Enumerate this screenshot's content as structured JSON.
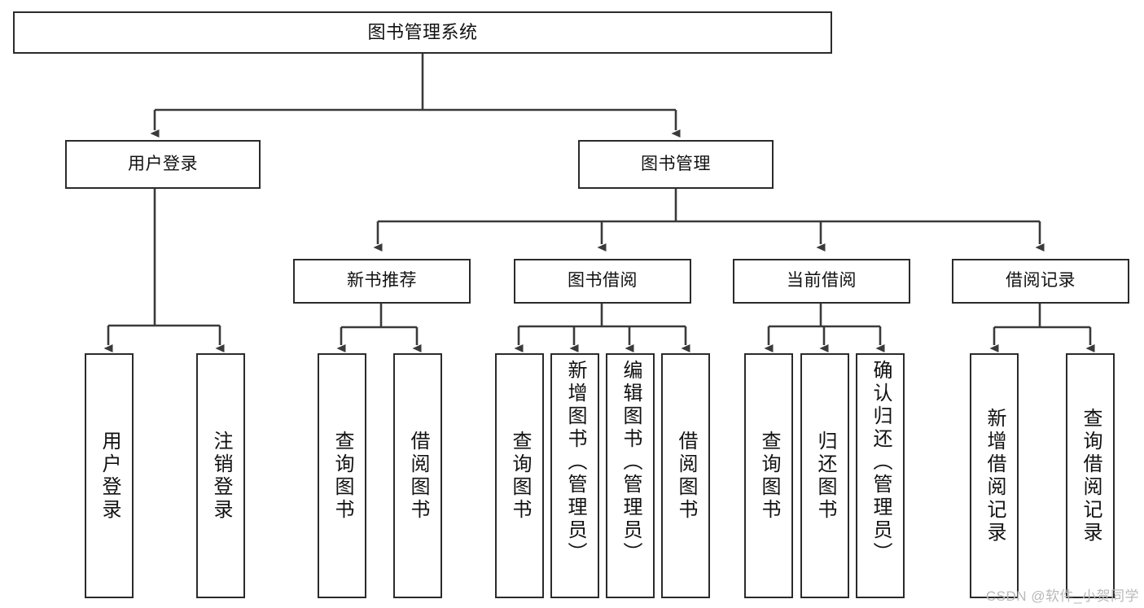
{
  "diagram": {
    "title": "图书管理系统",
    "watermark": "CSDN @软件_小贺同学",
    "colors": {
      "box_border": "#2b2b2b",
      "box_fill": "#ffffff",
      "connector": "#3a3a3a",
      "text": "#111111",
      "watermark": "#b9b9b9"
    },
    "levels": {
      "root": "图书管理系统",
      "level2": [
        "用户登录",
        "图书管理"
      ],
      "level3": [
        "新书推荐",
        "图书借阅",
        "当前借阅",
        "借阅记录"
      ]
    },
    "nodes": {
      "root": {
        "label": "图书管理系统"
      },
      "user_login": {
        "label": "用户登录"
      },
      "book_manage": {
        "label": "图书管理"
      },
      "new_book_rec": {
        "label": "新书推荐"
      },
      "book_borrow": {
        "label": "图书借阅"
      },
      "current_borrow": {
        "label": "当前借阅"
      },
      "borrow_record": {
        "label": "借阅记录"
      },
      "leaf_user_login": {
        "label": "用户登录"
      },
      "leaf_logout": {
        "label": "注销登录"
      },
      "leaf_query_book_a": {
        "label": "查询图书"
      },
      "leaf_borrow_book_a": {
        "label": "借阅图书"
      },
      "leaf_query_book_b": {
        "label": "查询图书"
      },
      "leaf_add_book": {
        "label": "新增图书（管理员）"
      },
      "leaf_edit_book": {
        "label": "编辑图书（管理员）"
      },
      "leaf_borrow_book_b": {
        "label": "借阅图书"
      },
      "leaf_query_book_c": {
        "label": "查询图书"
      },
      "leaf_return_book": {
        "label": "归还图书"
      },
      "leaf_confirm_return": {
        "label": "确认归还（管理员）"
      },
      "leaf_add_record": {
        "label": "新增借阅记录"
      },
      "leaf_query_record": {
        "label": "查询借阅记录"
      }
    },
    "edges": [
      {
        "from": "root",
        "to": "user_login"
      },
      {
        "from": "root",
        "to": "book_manage"
      },
      {
        "from": "user_login",
        "to": "leaf_user_login"
      },
      {
        "from": "user_login",
        "to": "leaf_logout"
      },
      {
        "from": "book_manage",
        "to": "new_book_rec"
      },
      {
        "from": "book_manage",
        "to": "book_borrow"
      },
      {
        "from": "book_manage",
        "to": "current_borrow"
      },
      {
        "from": "book_manage",
        "to": "borrow_record"
      },
      {
        "from": "new_book_rec",
        "to": "leaf_query_book_a"
      },
      {
        "from": "new_book_rec",
        "to": "leaf_borrow_book_a"
      },
      {
        "from": "book_borrow",
        "to": "leaf_query_book_b"
      },
      {
        "from": "book_borrow",
        "to": "leaf_add_book"
      },
      {
        "from": "book_borrow",
        "to": "leaf_edit_book"
      },
      {
        "from": "book_borrow",
        "to": "leaf_borrow_book_b"
      },
      {
        "from": "current_borrow",
        "to": "leaf_query_book_c"
      },
      {
        "from": "current_borrow",
        "to": "leaf_return_book"
      },
      {
        "from": "current_borrow",
        "to": "leaf_confirm_return"
      },
      {
        "from": "borrow_record",
        "to": "leaf_add_record"
      },
      {
        "from": "borrow_record",
        "to": "leaf_query_record"
      }
    ]
  }
}
